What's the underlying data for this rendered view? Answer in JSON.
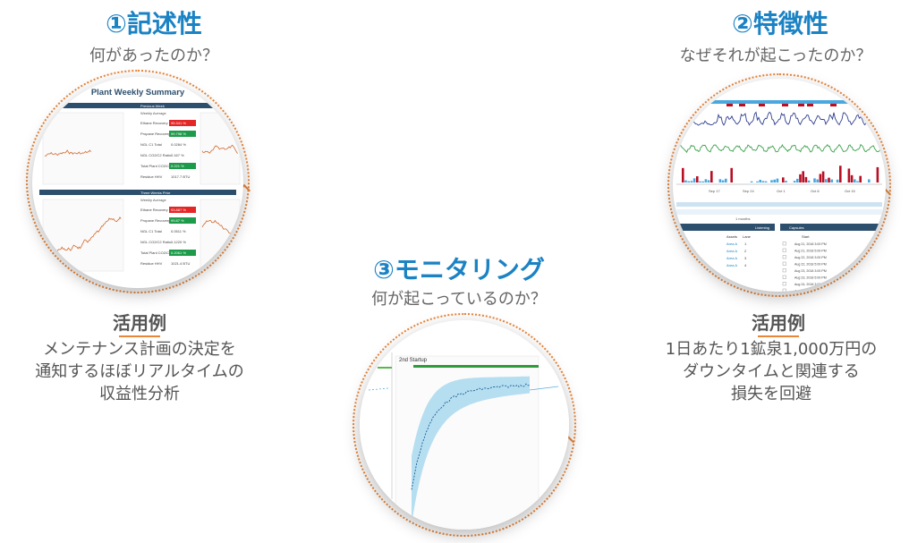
{
  "sections": {
    "descriptive": {
      "title": "①記述性",
      "subtitle": "何があったのか？",
      "usecase_title": "活用例",
      "usecase_lines": [
        "メンテナンス計画の決定を",
        "通知するほぼリアルタイムの",
        "収益性分析"
      ],
      "preview": {
        "report_title": "Plant Weekly Summary",
        "block1_header": "Previous Week",
        "block1_sub": "Weekly Average",
        "block2_header": "Three Weeks Prior",
        "block2_sub": "Weekly Average",
        "rows1": [
          {
            "label": "Ethane Recovery",
            "value": "95.341 %",
            "status": "red"
          },
          {
            "label": "Propane Recovery",
            "value": "99.798 %",
            "status": "green"
          },
          {
            "label": "NGL C1 Total",
            "value": "0.0284 %",
            "status": "none"
          },
          {
            "label": "NGL CO2/C2 Ratio",
            "value": "0.167 %",
            "status": "none"
          },
          {
            "label": "Total Plant CO2/C2",
            "value": "0.221 %",
            "status": "green"
          },
          {
            "label": "Residue HHV",
            "value": "1017.7 BTU",
            "status": "none"
          }
        ],
        "rows2": [
          {
            "label": "Ethane Recovery",
            "value": "93.887 %",
            "status": "red"
          },
          {
            "label": "Propane Recovery",
            "value": "99.87 %",
            "status": "green"
          },
          {
            "label": "NGL C1 Total",
            "value": "0.0511 %",
            "status": "none"
          },
          {
            "label": "NGL CO2/C2 Ratio",
            "value": "0.1220 %",
            "status": "none"
          },
          {
            "label": "Total Plant CO2/C2",
            "value": "0.2061 %",
            "status": "green"
          },
          {
            "label": "Residue HHV",
            "value": "1021.4 BTU",
            "status": "none"
          }
        ]
      }
    },
    "diagnostic": {
      "title": "②特徴性",
      "subtitle": "なぜそれが起こったのか？",
      "usecase_title": "活用例",
      "usecase_lines": [
        "1日あたり1鉱泉1,000万円の",
        "ダウンタイムと関連する",
        "損失を回避"
      ],
      "preview": {
        "timeline_ticks": [
          "Sep 17",
          "Sep 24",
          "Oct 1",
          "Oct 8",
          "Oct 15"
        ],
        "range_label": "1 months",
        "left_panel_title": "Listening",
        "left_columns": [
          "Assets",
          "Lane"
        ],
        "left_rows": [
          {
            "asset": "Area A",
            "lane": "1"
          },
          {
            "asset": "Area A",
            "lane": "2"
          },
          {
            "asset": "Area A",
            "lane": "3"
          },
          {
            "asset": "Area A",
            "lane": "4"
          }
        ],
        "right_panel_title": "Capsules",
        "right_column": "Start",
        "right_rows": [
          "Aug 21, 2018 3:00 PM",
          "Aug 21, 2018 5:00 PM",
          "Aug 22, 2018 3:00 PM",
          "Aug 22, 2018 5:00 PM",
          "Aug 23, 2018 3:00 PM",
          "Aug 23, 2018 5:00 PM",
          "Aug 24, 2018 3:00 PM",
          "Aug 24, 2018 5:00 PM"
        ]
      }
    },
    "monitoring": {
      "title": "③モニタリング",
      "subtitle": "何が起こっているのか？",
      "preview": {
        "chart_title": "2nd Startup"
      }
    }
  },
  "colors": {
    "title_blue": "#1b82c4",
    "accent_orange": "#e8863a",
    "header_navy": "#2d4f6e",
    "status_red": "#e32626",
    "status_green": "#1e9b4a",
    "band_blue": "#a9d8ef",
    "bar_red": "#b80f23",
    "wave_green": "#3aa04a",
    "wave_blue": "#2f3e8f"
  }
}
